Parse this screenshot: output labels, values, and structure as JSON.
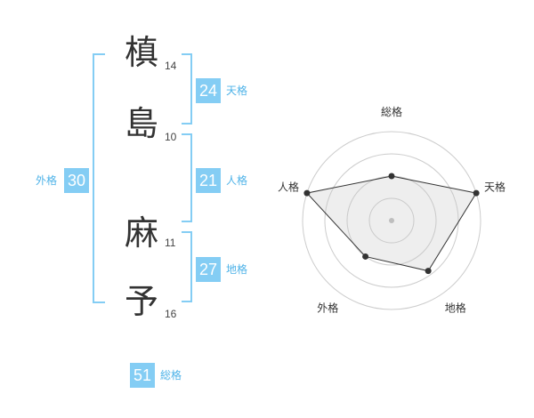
{
  "name": {
    "chars": [
      {
        "char": "槙",
        "strokes": "14"
      },
      {
        "char": "島",
        "strokes": "10"
      },
      {
        "char": "麻",
        "strokes": "11"
      },
      {
        "char": "予",
        "strokes": "16"
      }
    ]
  },
  "fortunes": {
    "tenkaku": {
      "value": "24",
      "label": "天格"
    },
    "jinkaku": {
      "value": "21",
      "label": "人格"
    },
    "chikaku": {
      "value": "27",
      "label": "地格"
    },
    "gaikaku": {
      "value": "30",
      "label": "外格"
    },
    "soukaku": {
      "value": "51",
      "label": "総格"
    }
  },
  "colors": {
    "accent": "#84cdf4",
    "accent_text": "#4fb3e8",
    "kanji": "#333333"
  },
  "chart_data": {
    "type": "radar",
    "axes": [
      "総格",
      "天格",
      "地格",
      "外格",
      "人格"
    ],
    "values": [
      0.5,
      1.0,
      0.7,
      0.5,
      1.0
    ],
    "max": 1.0,
    "rings": 4
  }
}
